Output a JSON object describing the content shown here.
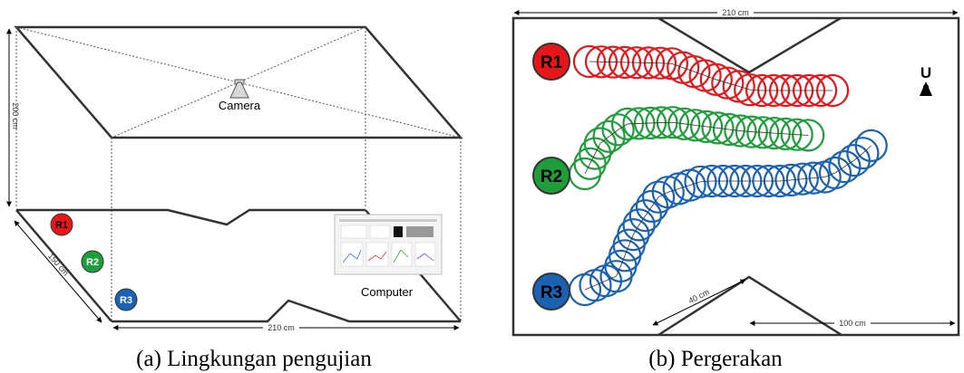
{
  "panel_a": {
    "caption": "(a) Lingkungan pengujian",
    "camera_label": "Camera",
    "computer_label": "Computer",
    "dim_height": "200 cm",
    "dim_depth": "150 cm",
    "dim_width": "210 cm",
    "robots": [
      {
        "label": "R1",
        "color": "#e8161b"
      },
      {
        "label": "R2",
        "color": "#1e9e3a"
      },
      {
        "label": "R3",
        "color": "#1a62b3"
      }
    ]
  },
  "panel_b": {
    "caption": "(b) Pergerakan",
    "dim_width": "210 cm",
    "dim_40": "40 cm",
    "dim_100": "100 cm",
    "north_label": "U",
    "robots": [
      {
        "label": "R1",
        "color": "#e8161b"
      },
      {
        "label": "R2",
        "color": "#1e9e3a"
      },
      {
        "label": "R3",
        "color": "#1a62b3"
      }
    ]
  }
}
